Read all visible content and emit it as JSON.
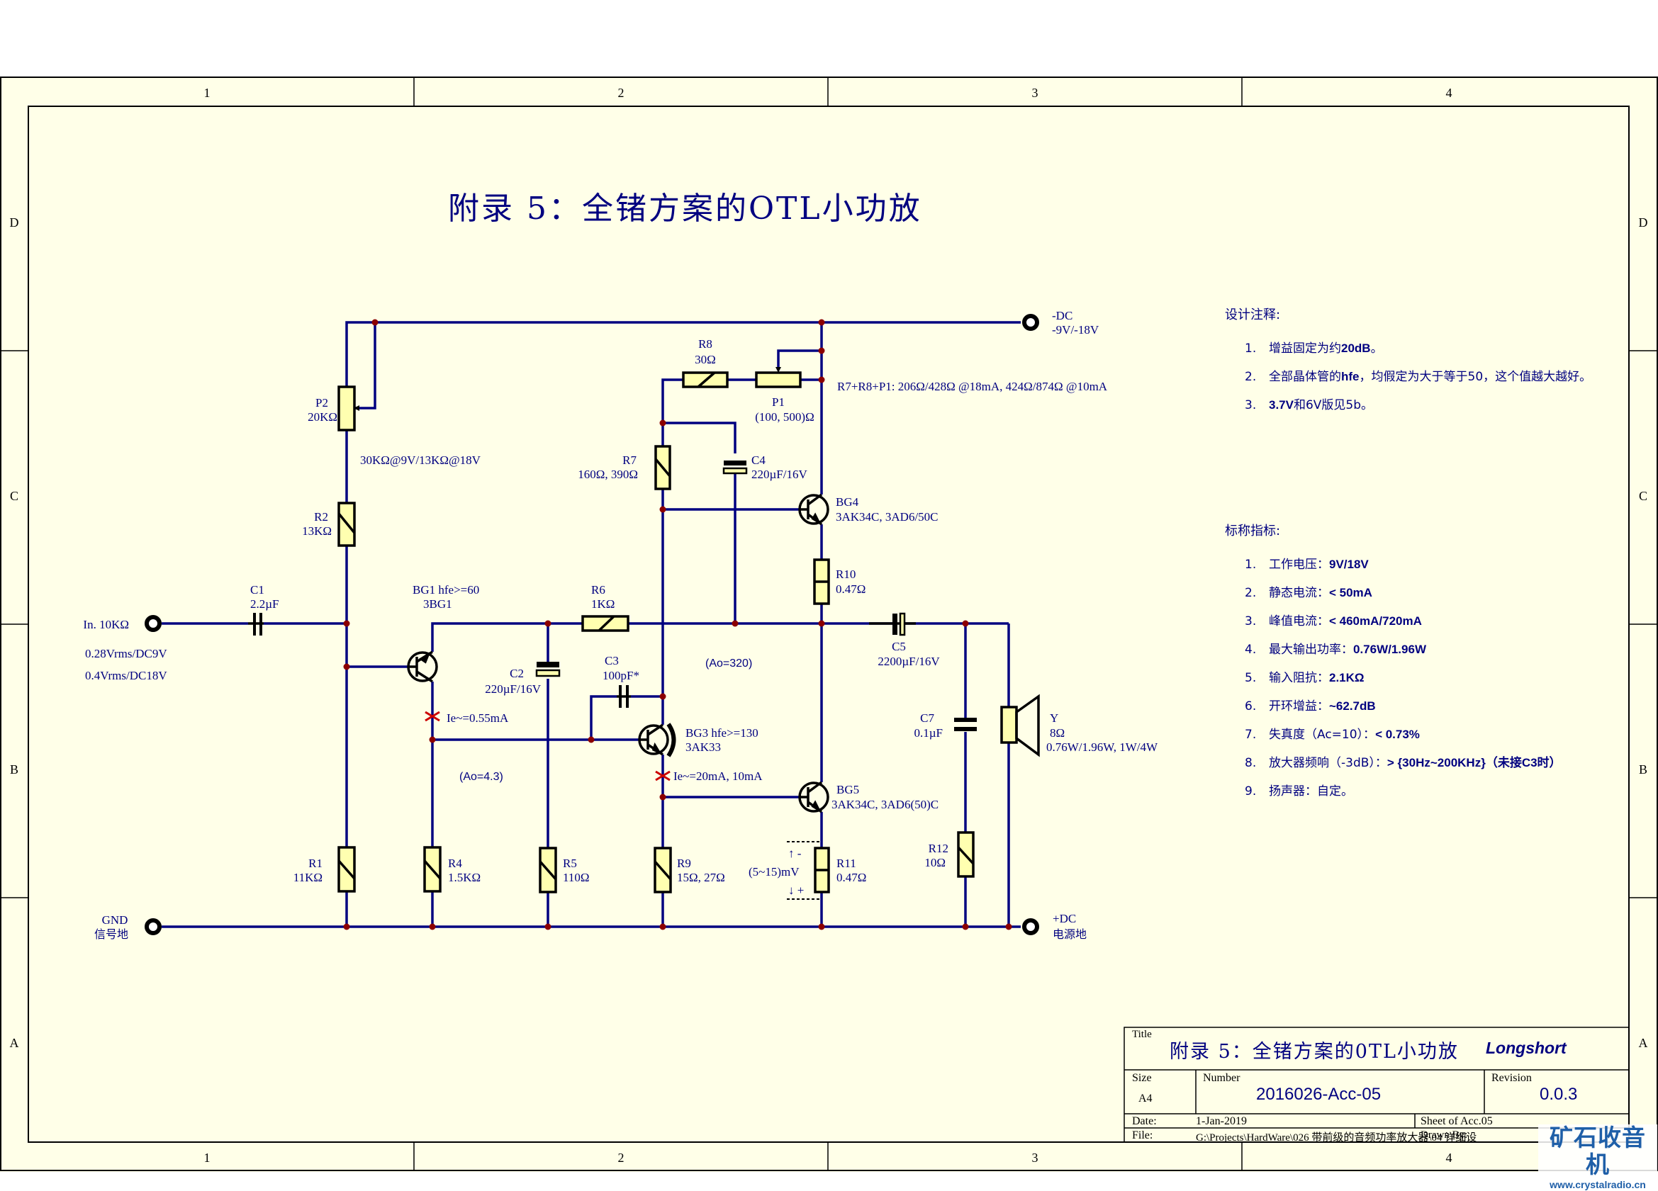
{
  "sheet": {
    "columns": [
      "1",
      "2",
      "3",
      "4"
    ],
    "rows": [
      "D",
      "C",
      "B",
      "A"
    ],
    "heading": "附录 5：全锗方案的OTL小功放",
    "colors": {
      "paper": "#ffffe8",
      "wire": "#000080",
      "junction": "#8b0000",
      "component_fill": "#ffffb0",
      "marker": "#cc0000"
    }
  },
  "schematic": {
    "terminals": {
      "input": {
        "label": "In. 10KΩ",
        "note1": "0.28Vrms/DC9V",
        "note2": "0.4Vrms/DC18V"
      },
      "gnd": {
        "label": "GND",
        "sublabel": "信号地"
      },
      "neg_dc": {
        "label": "-DC",
        "sublabel": "-9V/-18V"
      },
      "pos_dc": {
        "label": "+DC",
        "sublabel": "电源地"
      }
    },
    "components": {
      "P2": {
        "ref": "P2",
        "value": "20KΩ"
      },
      "R2": {
        "ref": "R2",
        "value": "13KΩ"
      },
      "R2_note": "30KΩ@9V/13KΩ@18V",
      "C1": {
        "ref": "C1",
        "value": "2.2µF"
      },
      "BG1": {
        "ref": "BG1 hfe>=60",
        "value": "3BG1"
      },
      "BG1_current": "Ie~=0.55mA",
      "stage1_gain": "(Ao=4.3)",
      "C2": {
        "ref": "C2",
        "value": "220µF/16V"
      },
      "R6": {
        "ref": "R6",
        "value": "1KΩ"
      },
      "C3": {
        "ref": "C3",
        "value": "100pF*"
      },
      "stage2_gain": "(Ao=320)",
      "BG3": {
        "ref": "BG3 hfe>=130",
        "value": "3AK33"
      },
      "BG3_current": "Ie~=20mA, 10mA",
      "R8": {
        "ref": "R8",
        "value": "30Ω"
      },
      "P1": {
        "ref": "P1",
        "value": "(100, 500)Ω"
      },
      "bias_note": "R7+R8+P1: 206Ω/428Ω @18mA, 424Ω/874Ω @10mA",
      "R7": {
        "ref": "R7",
        "value": "160Ω, 390Ω"
      },
      "C4": {
        "ref": "C4",
        "value": "220µF/16V"
      },
      "BG4": {
        "ref": "BG4",
        "value": "3AK34C, 3AD6/50C"
      },
      "R10": {
        "ref": "R10",
        "value": "0.47Ω"
      },
      "C5": {
        "ref": "C5",
        "value": "2200µF/16V"
      },
      "C7": {
        "ref": "C7",
        "value": "0.1µF"
      },
      "Y": {
        "ref": "Y",
        "value": "8Ω",
        "power": "0.76W/1.96W, 1W/4W"
      },
      "BG5": {
        "ref": "BG5",
        "value": "3AK34C, 3AD6(50)C"
      },
      "R1": {
        "ref": "R1",
        "value": "11KΩ"
      },
      "R4": {
        "ref": "R4",
        "value": "1.5KΩ"
      },
      "R5": {
        "ref": "R5",
        "value": "110Ω"
      },
      "R9": {
        "ref": "R9",
        "value": "15Ω, 27Ω"
      },
      "R11": {
        "ref": "R11",
        "value": "0.47Ω"
      },
      "R11_meas": {
        "minus": "↑ -",
        "value": "(5~15)mV",
        "plus": "↓ +"
      },
      "R12": {
        "ref": "R12",
        "value": "10Ω"
      }
    }
  },
  "design_notes": {
    "heading": "设计注释:",
    "items": [
      {
        "num": "1.",
        "text": "增益固定为约",
        "bold": "20dB",
        "tail": "。"
      },
      {
        "num": "2.",
        "text": "全部晶体管的",
        "bold": "hfe",
        "tail": "，均假定为大于等于50，这个值越大越好。"
      },
      {
        "num": "3.",
        "text": "",
        "bold": "3.7V",
        "tail": "和6V版见5b。"
      }
    ]
  },
  "specs": {
    "heading": "标称指标:",
    "items": [
      {
        "num": "1.",
        "label": "工作电压：",
        "value": "9V/18V"
      },
      {
        "num": "2.",
        "label": "静态电流：",
        "value": "< 50mA"
      },
      {
        "num": "3.",
        "label": "峰值电流：",
        "value": "< 460mA/720mA"
      },
      {
        "num": "4.",
        "label": "最大输出功率：",
        "value": "0.76W/1.96W"
      },
      {
        "num": "5.",
        "label": "输入阻抗：",
        "value": "2.1KΩ"
      },
      {
        "num": "6.",
        "label": "开环增益：",
        "value": "~62.7dB"
      },
      {
        "num": "7.",
        "label": "失真度（Ac=10）：",
        "value": "< 0.73%"
      },
      {
        "num": "8.",
        "label": "放大器频响（-3dB）：",
        "value": "> {30Hz~200KHz}（未接C3时）"
      },
      {
        "num": "9.",
        "label": "扬声器：",
        "value": "自定。"
      }
    ]
  },
  "title_block": {
    "title_label": "Title",
    "title": "附录 5：全锗方案的0TL小功放",
    "author": "Longshort",
    "size_label": "Size",
    "size": "A4",
    "number_label": "Number",
    "number": "2016026-Acc-05",
    "revision_label": "Revision",
    "revision": "0.0.3",
    "date_label": "Date:",
    "date": "1-Jan-2019",
    "sheet_label": "Sheet   of  Acc.05",
    "file_label": "File:",
    "file": "G:\\Projects\\HardWare\\026 带前级的音频功率放大器\\04 详细设",
    "drawn_by": "Drawn By:"
  },
  "watermark": {
    "text": "矿石收音机",
    "url": "www.crystalradio.cn"
  }
}
